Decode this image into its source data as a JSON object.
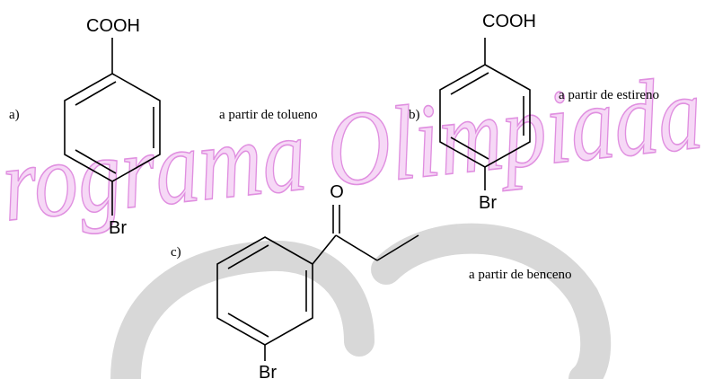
{
  "watermark": {
    "text": "Programa Olimpiadas",
    "fill_color": "#f6d8f6",
    "stroke_color": "#e08fe0",
    "emblem_color": "#cccccc"
  },
  "problems": [
    {
      "label": "a)",
      "instruction": "a partir de tolueno",
      "molecule": {
        "top_group": "COOH",
        "bottom_group": "Br"
      }
    },
    {
      "label": "b)",
      "instruction": "a partir de estireno",
      "molecule": {
        "top_group": "COOH",
        "bottom_group": "Br"
      }
    },
    {
      "label": "c)",
      "instruction": "a partir de benceno",
      "molecule": {
        "carbonyl_atom": "O",
        "substituent": "Br"
      }
    }
  ],
  "colors": {
    "bond": "#000000",
    "text": "#000000"
  }
}
